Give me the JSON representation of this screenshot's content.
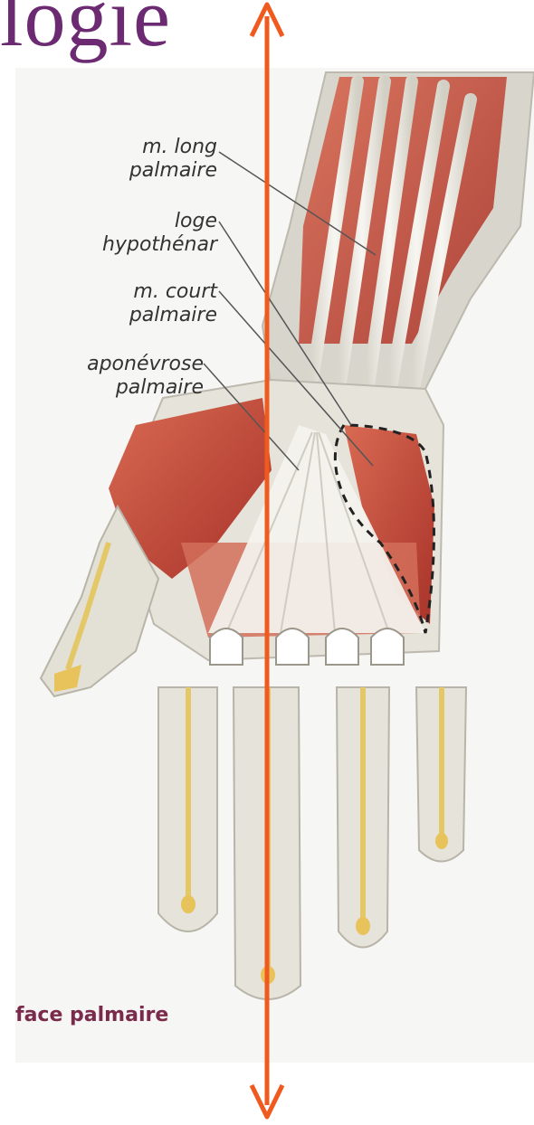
{
  "title": "logie",
  "labels": {
    "long_palmaire_line1": "m. long",
    "long_palmaire_line2": "palmaire",
    "hypothenar_line1": "loge",
    "hypothenar_line2": "hypothénar",
    "court_palmaire_line1": "m. court",
    "court_palmaire_line2": "palmaire",
    "aponevrose_line1": "aponévrose",
    "aponevrose_line2": "palmaire"
  },
  "caption": "face palmaire",
  "colors": {
    "title": "#6b2a72",
    "arrow": "#f05a1e",
    "muscle": "#c8523c",
    "tendon": "#e8e6de",
    "caption": "#7a2a4a"
  },
  "icons": {
    "axis_arrow": "double-headed-arrow-icon"
  }
}
